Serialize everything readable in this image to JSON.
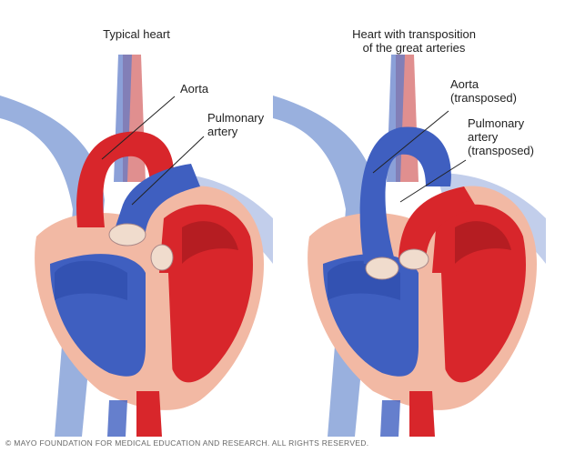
{
  "panels": [
    {
      "title": "Typical heart",
      "labels": {
        "aorta": "Aorta",
        "pulmonary": "Pulmonary\nartery"
      }
    },
    {
      "title": "Heart with transposition\nof the great arteries",
      "labels": {
        "aorta": "Aorta\n(transposed)",
        "pulmonary": "Pulmonary\nartery\n(transposed)"
      }
    }
  ],
  "copyright": "© MAYO FOUNDATION FOR MEDICAL EDUCATION AND RESEARCH. ALL RIGHTS RESERVED.",
  "colors": {
    "oxygenated": "#d8262b",
    "deoxygenated": "#3f5fc0",
    "wall": "#f2b9a4"
  }
}
